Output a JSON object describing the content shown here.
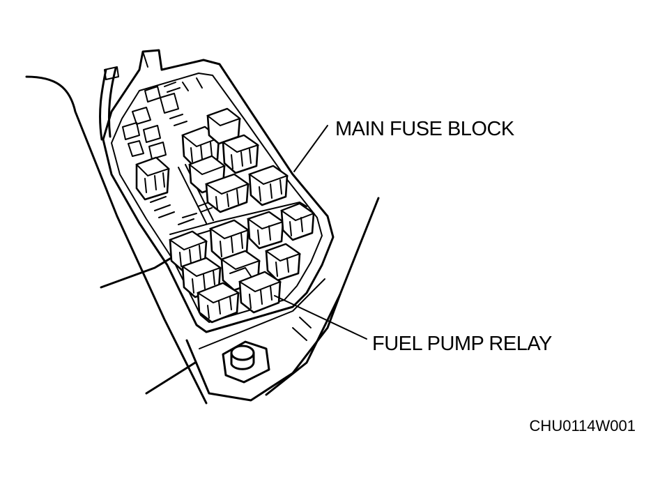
{
  "labels": {
    "main_fuse_block": "MAIN FUSE BLOCK",
    "fuel_pump_relay": "FUEL PUMP RELAY"
  },
  "figure_code": "CHU0114W001",
  "colors": {
    "ink": "#000000",
    "background": "#ffffff"
  }
}
